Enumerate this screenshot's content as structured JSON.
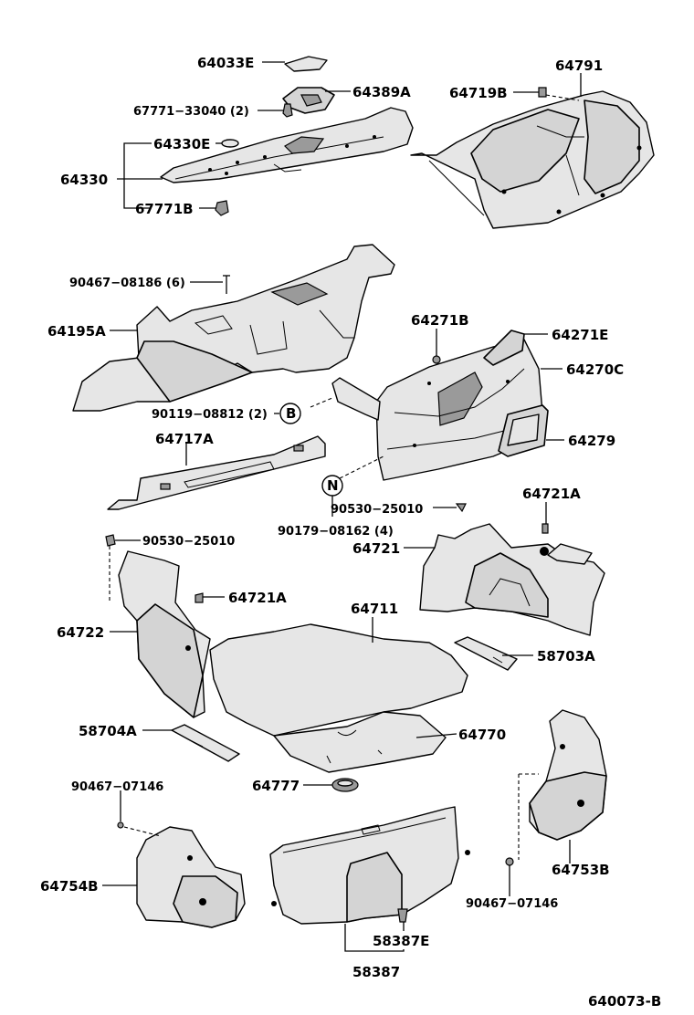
{
  "diagram_id": "640073-B",
  "callouts": {
    "B": "B",
    "N": "N"
  },
  "labels": {
    "p64033E": "64033E",
    "p64389A": "64389A",
    "p67771_33040": "67771−33040 (2)",
    "p64330E": "64330E",
    "p64330": "64330",
    "p67771B": "67771B",
    "p64791": "64791",
    "p64719B": "64719B",
    "p90467_08186": "90467−08186 (6)",
    "p64195A": "64195A",
    "p64271B": "64271B",
    "p64271E": "64271E",
    "p64270C": "64270C",
    "p90119_08812": "90119−08812 (2)",
    "p64717A": "64717A",
    "p64279": "64279",
    "p64721A_top": "64721A",
    "p90530_25010_right": "90530−25010",
    "p90179_08162": "90179−08162 (4)",
    "p90530_25010_left": "90530−25010",
    "p64721": "64721",
    "p64721A_mid": "64721A",
    "p64711": "64711",
    "p64722": "64722",
    "p58703A": "58703A",
    "p58704A": "58704A",
    "p64770": "64770",
    "p90467_07146_left": "90467−07146",
    "p64777": "64777",
    "p64754B": "64754B",
    "p64753B": "64753B",
    "p90467_07146_right": "90467−07146",
    "p58387E": "58387E",
    "p58387": "58387"
  }
}
